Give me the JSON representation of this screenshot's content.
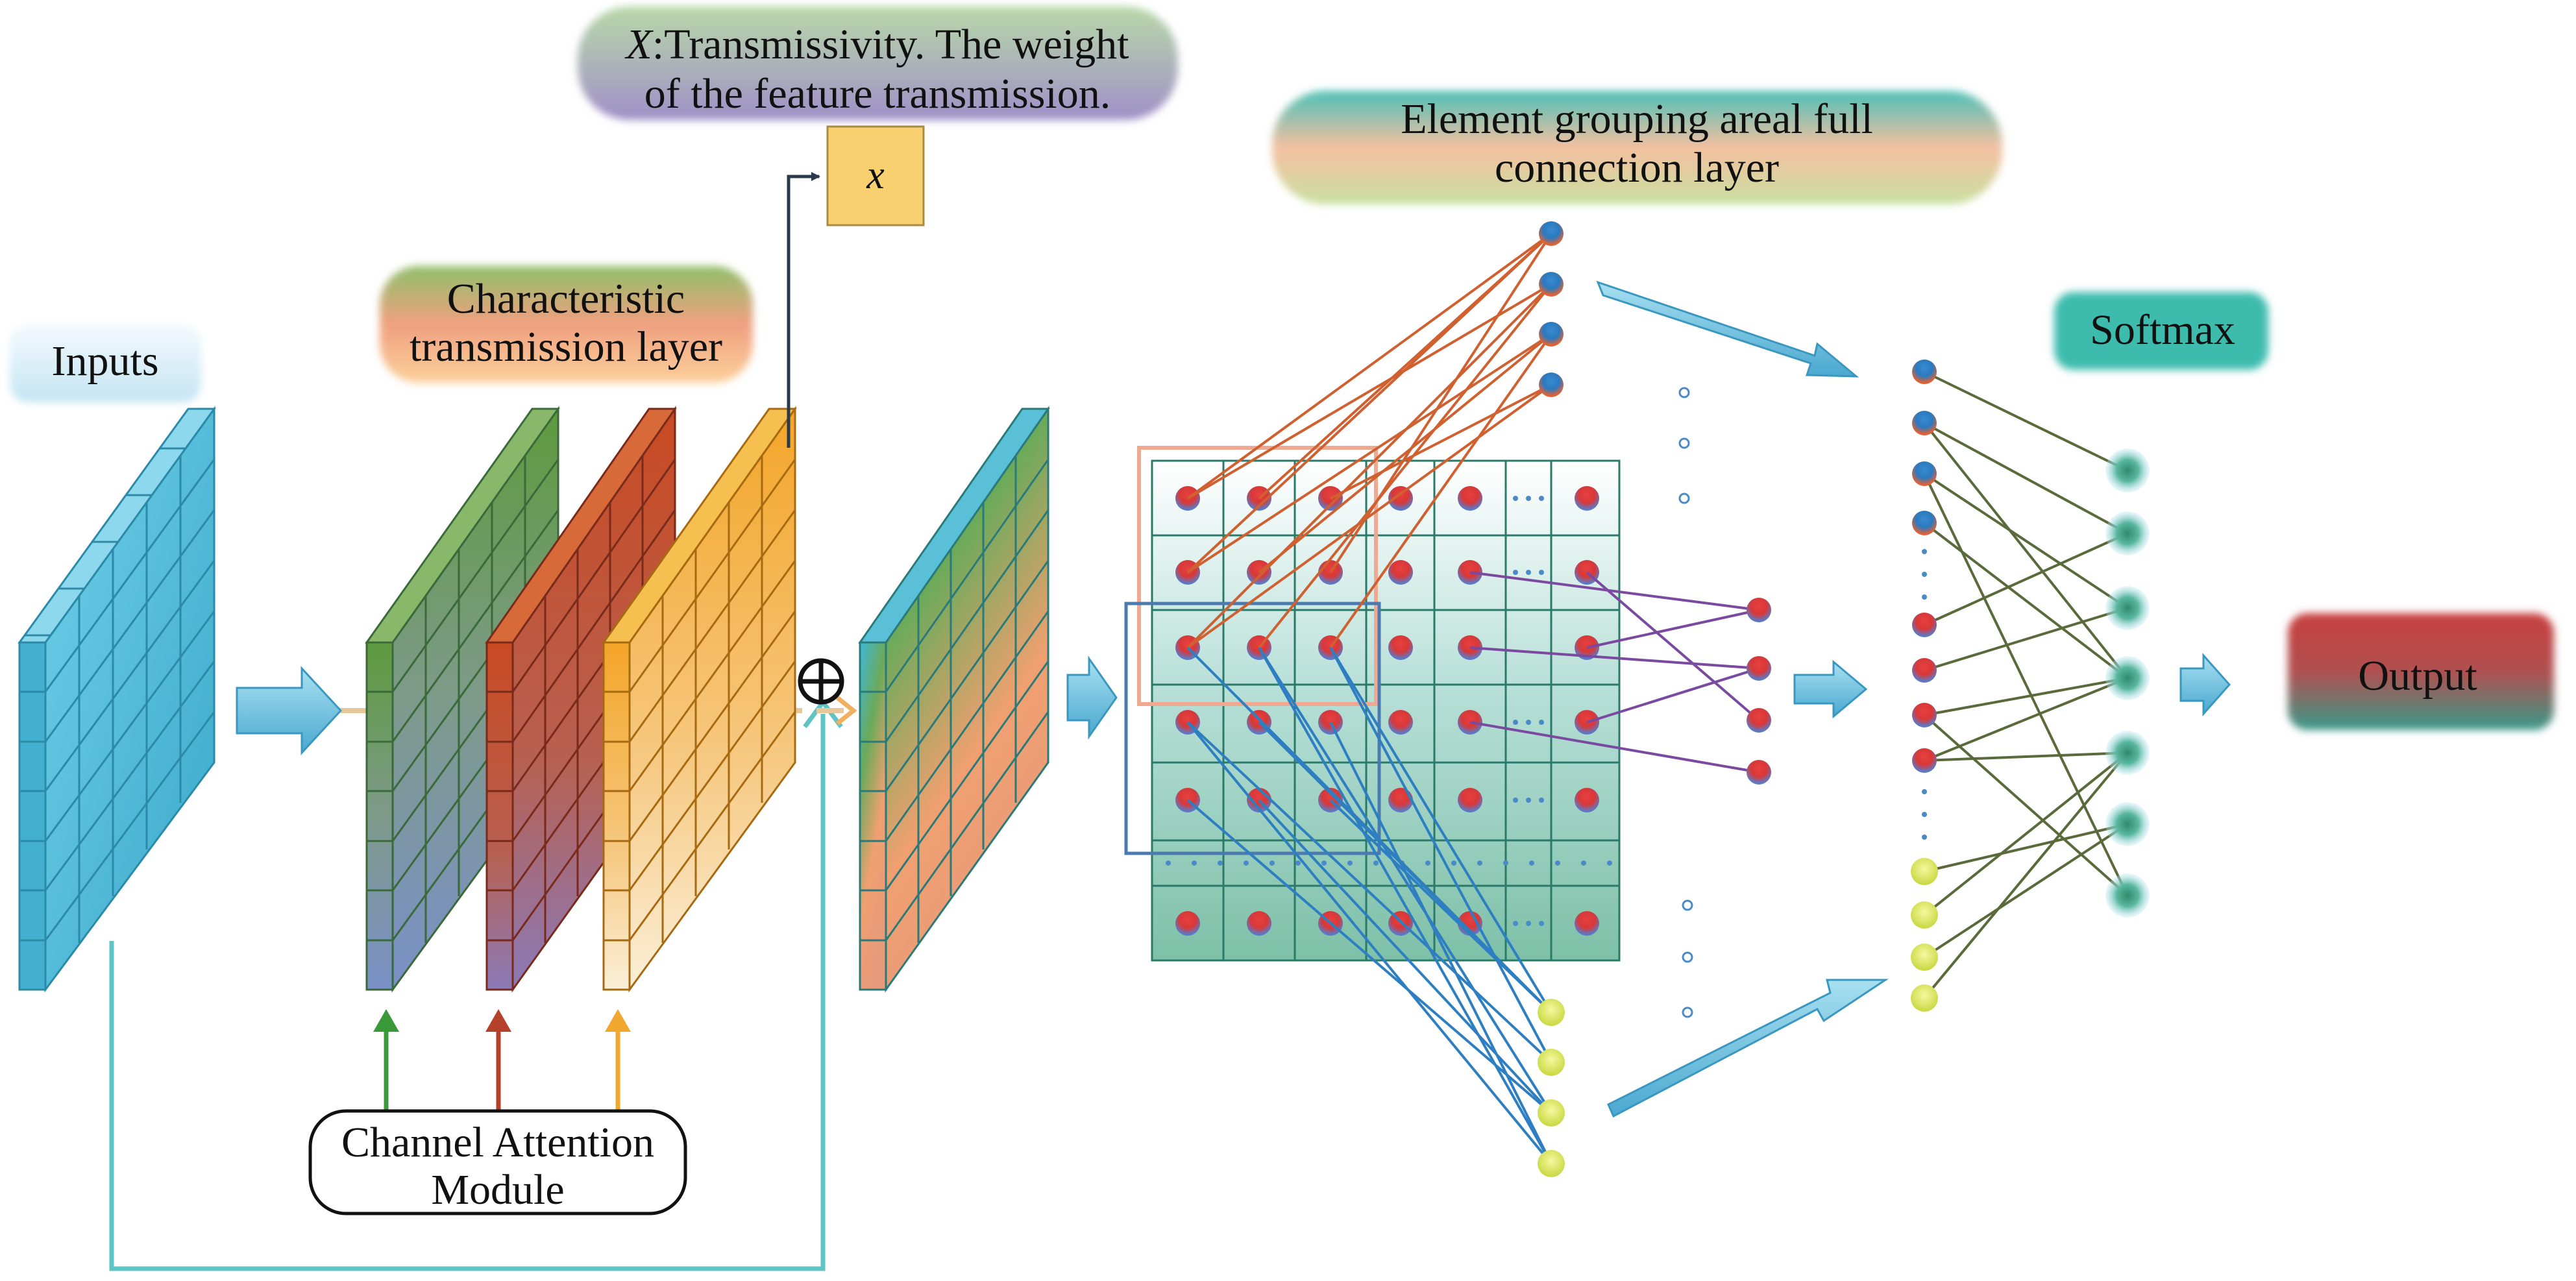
{
  "labels": {
    "inputs": "Inputs",
    "transmission_line1": "Characteristic",
    "transmission_line2": "transmission layer",
    "transmissivity_var": "X",
    "transmissivity_line1_rest": ":Transmissivity. The weight",
    "transmissivity_line2": "of the feature transmission.",
    "x_box": "x",
    "grouping_line1": "Element grouping areal full",
    "grouping_line2": "connection layer",
    "softmax": "Softmax",
    "output": "Output",
    "cam_line1": "Channel Attention",
    "cam_line2": "Module",
    "oplus": "⊕"
  },
  "colors": {
    "cyan_block": "#4fb8d6",
    "green_block": "#6c9a4a",
    "red_block": "#c4512a",
    "orange_block": "#f0aa34",
    "arrow_green": "#3a9a3a",
    "arrow_red": "#b5412a",
    "arrow_orange": "#f0a830",
    "skip_line": "#5fc4c4",
    "red_links": "#d06030",
    "blue_links": "#2e7fc2",
    "purple_links": "#7a4aa0",
    "olive_links": "#5a6a3a"
  }
}
